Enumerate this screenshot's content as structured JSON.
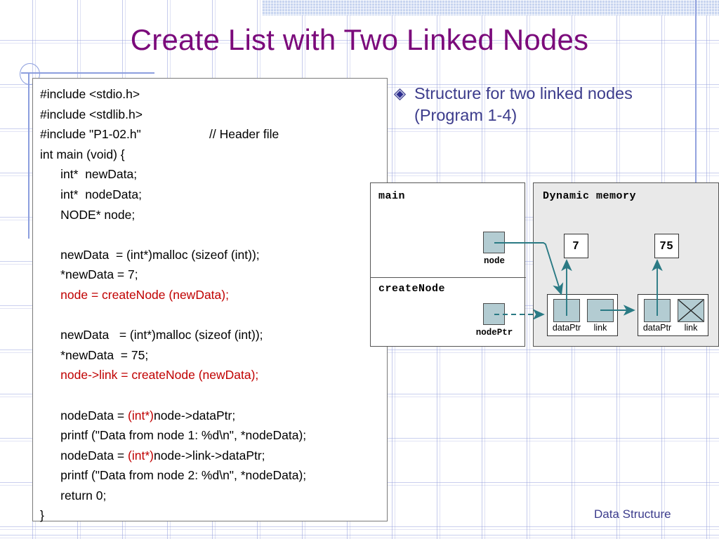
{
  "slide": {
    "title": "Create List with Two Linked Nodes",
    "title_color": "#7b0a7b",
    "footer": "Data Structure",
    "footer_color": "#3c3c8c",
    "background": "notebook-grid"
  },
  "bullet": {
    "icon": "diamond-bullet-icon",
    "color": "#3c3c8c",
    "line1": "Structure for two linked nodes",
    "line2": "(Program 1-4)"
  },
  "code": {
    "border_color": "#7a7a7a",
    "text_color": "#000000",
    "highlight_color": "#c00000",
    "lines": [
      {
        "text": "#include <stdio.h>",
        "style": "plain"
      },
      {
        "text": "#include <stdlib.h>",
        "style": "plain"
      },
      {
        "text": "#include \"P1-02.h\"                    // Header file",
        "style": "plain"
      },
      {
        "text": "int main (void) {",
        "style": "plain"
      },
      {
        "text": "      int*  newData;",
        "style": "plain"
      },
      {
        "text": "      int*  nodeData;",
        "style": "plain"
      },
      {
        "text": "      NODE* node;",
        "style": "plain"
      },
      {
        "text": " ",
        "style": "blank"
      },
      {
        "text": "      newData  = (int*)malloc (sizeof (int));",
        "style": "plain"
      },
      {
        "text": "      *newData = 7;",
        "style": "plain"
      },
      {
        "text": "      node = createNode (newData);",
        "style": "red"
      },
      {
        "text": " ",
        "style": "blank"
      },
      {
        "text": "      newData   = (int*)malloc (sizeof (int));",
        "style": "plain"
      },
      {
        "text": "      *newData  = 75;",
        "style": "plain"
      },
      {
        "text": "      node->link = createNode (newData);",
        "style": "red"
      },
      {
        "text": " ",
        "style": "blank"
      },
      {
        "pre": "      nodeData = ",
        "mid": "(int*)",
        "post": "node->dataPtr;",
        "style": "mixed"
      },
      {
        "text": "      printf (\"Data from node 1: %d\\n\", *nodeData);",
        "style": "plain"
      },
      {
        "pre": "      nodeData = ",
        "mid": "(int*)",
        "post": "node->link->dataPtr;",
        "style": "mixed"
      },
      {
        "text": "      printf (\"Data from node 2: %d\\n\", *nodeData);",
        "style": "plain"
      },
      {
        "text": "      return 0;",
        "style": "plain"
      },
      {
        "text": "}",
        "style": "plain"
      }
    ]
  },
  "diagram": {
    "arrow_color": "#2a7a84",
    "pointer_fill": "#b3ccd2",
    "dynamic_fill": "#e9e9e9",
    "stack": {
      "frames": [
        {
          "name": "main",
          "pointer_label": "node"
        },
        {
          "name": "createNode",
          "pointer_label": "nodePtr"
        }
      ]
    },
    "dynamic_memory": {
      "title": "Dynamic memory",
      "values": [
        "7",
        "75"
      ],
      "nodes": [
        {
          "fields": [
            "dataPtr",
            "link"
          ],
          "link_null": false
        },
        {
          "fields": [
            "dataPtr",
            "link"
          ],
          "link_null": true
        }
      ]
    }
  }
}
